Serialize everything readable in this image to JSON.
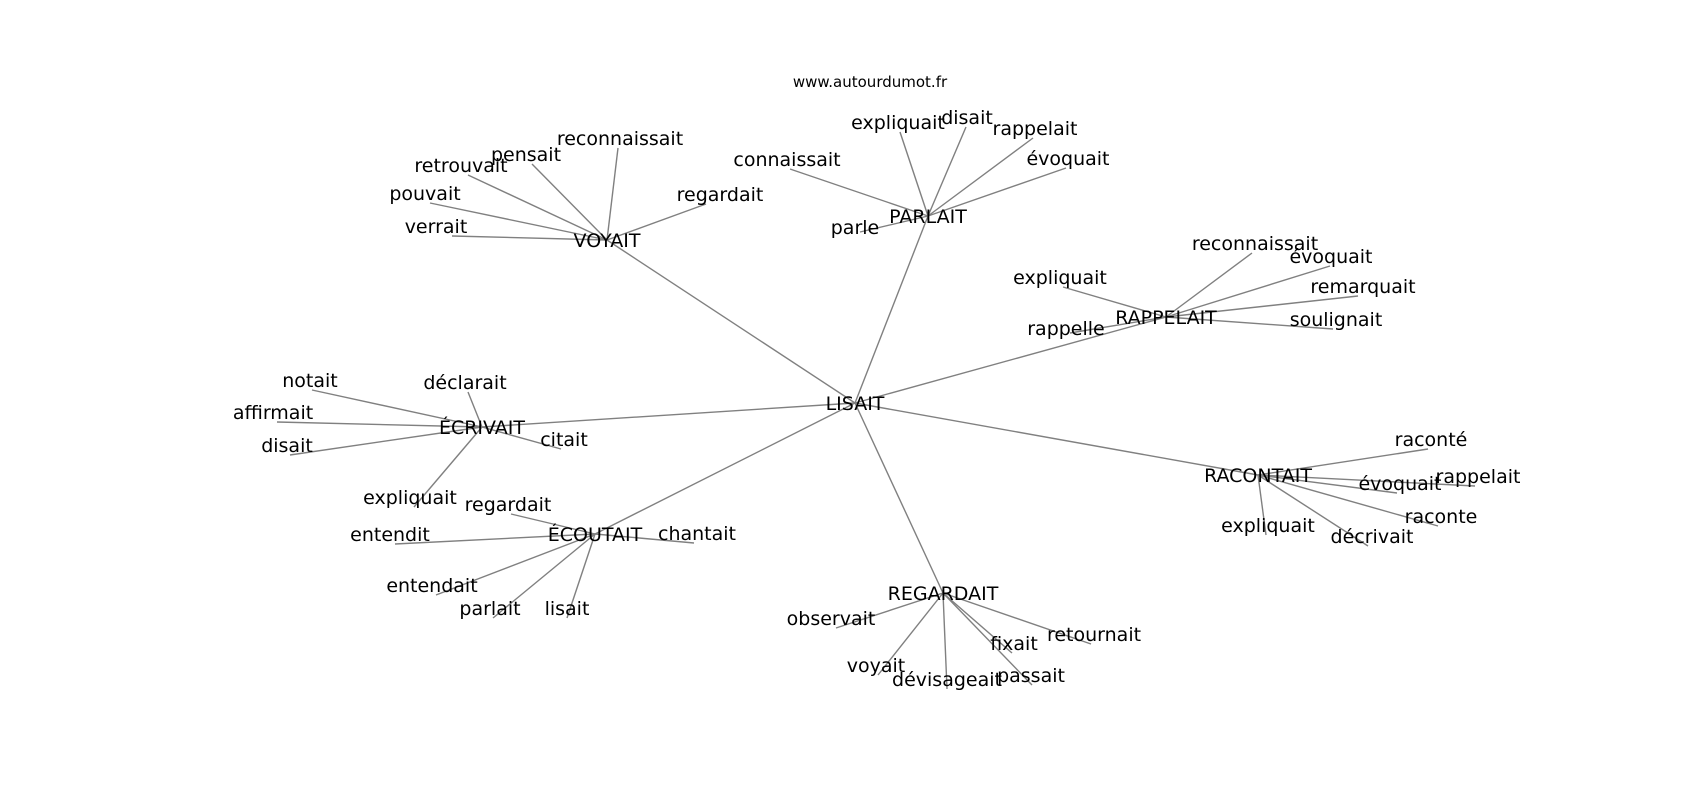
{
  "source_text": "www.autourdumot.fr",
  "center": "LISAIT",
  "hubs": [
    {
      "label": "VOYAIT",
      "leaves": [
        "reconnaissait",
        "pensait",
        "retrouvait",
        "pouvait",
        "verrait",
        "regardait"
      ]
    },
    {
      "label": "PARLAIT",
      "leaves": [
        "expliquait",
        "disait",
        "rappelait",
        "évoquait",
        "connaissait",
        "parle"
      ]
    },
    {
      "label": "RAPPELAIT",
      "leaves": [
        "reconnaissait",
        "évoquait",
        "remarquait",
        "expliquait",
        "soulignait",
        "rappelle"
      ]
    },
    {
      "label": "ÉCRIVAIT",
      "leaves": [
        "notait",
        "déclarait",
        "affirmait",
        "disait",
        "citait",
        "expliquait"
      ]
    },
    {
      "label": "RACONTAIT",
      "leaves": [
        "raconté",
        "rappelait",
        "évoquait",
        "raconte",
        "expliquait",
        "décrivait"
      ]
    },
    {
      "label": "ÉCOUTAIT",
      "leaves": [
        "regardait",
        "entendit",
        "chantait",
        "entendait",
        "parlait",
        "lisait"
      ]
    },
    {
      "label": "REGARDAIT",
      "leaves": [
        "observait",
        "retournait",
        "fixait",
        "voyait",
        "dévisageait",
        "passait"
      ]
    }
  ]
}
